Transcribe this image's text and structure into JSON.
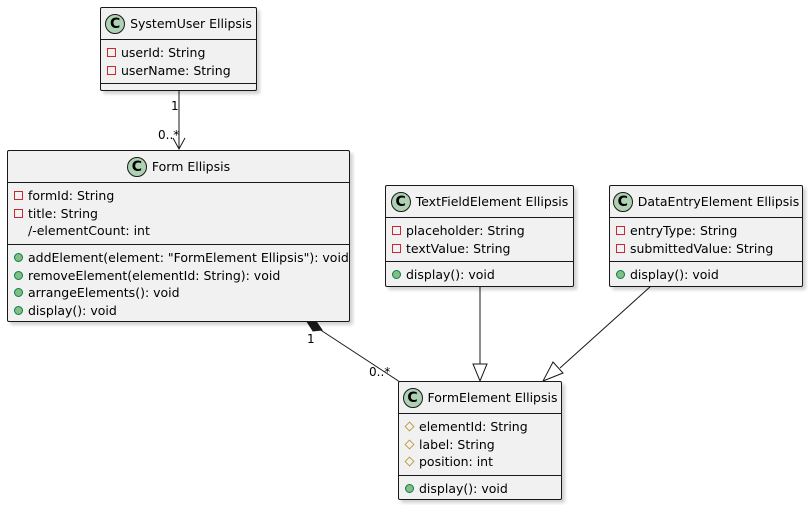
{
  "classes": {
    "system_user": {
      "icon": "C",
      "name": "SystemUser Ellipsis",
      "fields": [
        {
          "vis": "private",
          "text": "userId: String"
        },
        {
          "vis": "private",
          "text": "userName: String"
        }
      ],
      "methods": []
    },
    "form": {
      "icon": "C",
      "name": "Form Ellipsis",
      "fields": [
        {
          "vis": "private",
          "text": "formId: String"
        },
        {
          "vis": "private",
          "text": "title: String"
        },
        {
          "vis": "none",
          "text": "/-elementCount: int"
        }
      ],
      "methods": [
        {
          "vis": "public",
          "text": "addElement(element: \"FormElement Ellipsis\"): void"
        },
        {
          "vis": "public",
          "text": "removeElement(elementId: String): void"
        },
        {
          "vis": "public",
          "text": "arrangeElements(): void"
        },
        {
          "vis": "public",
          "text": "display(): void"
        }
      ]
    },
    "text_field_element": {
      "icon": "C",
      "name": "TextFieldElement Ellipsis",
      "fields": [
        {
          "vis": "private",
          "text": "placeholder: String"
        },
        {
          "vis": "private",
          "text": "textValue: String"
        }
      ],
      "methods": [
        {
          "vis": "public",
          "text": "display(): void"
        }
      ]
    },
    "data_entry_element": {
      "icon": "C",
      "name": "DataEntryElement Ellipsis",
      "fields": [
        {
          "vis": "private",
          "text": "entryType: String"
        },
        {
          "vis": "private",
          "text": "submittedValue: String"
        }
      ],
      "methods": [
        {
          "vis": "public",
          "text": "display(): void"
        }
      ]
    },
    "form_element": {
      "icon": "C",
      "name": "FormElement Ellipsis",
      "fields": [
        {
          "vis": "protected",
          "text": "elementId: String"
        },
        {
          "vis": "protected",
          "text": "label: String"
        },
        {
          "vis": "protected",
          "text": "position: int"
        }
      ],
      "methods": [
        {
          "vis": "public",
          "text": "display(): void"
        }
      ]
    }
  },
  "relations": {
    "user_form": {
      "kind": "association",
      "from_mult": "1",
      "to_mult": "0..*"
    },
    "form_element": {
      "kind": "composition",
      "from_mult": "1",
      "to_mult": "0..*"
    },
    "textfield_inherits": {
      "kind": "generalization"
    },
    "dataentry_inherits": {
      "kind": "generalization"
    }
  }
}
